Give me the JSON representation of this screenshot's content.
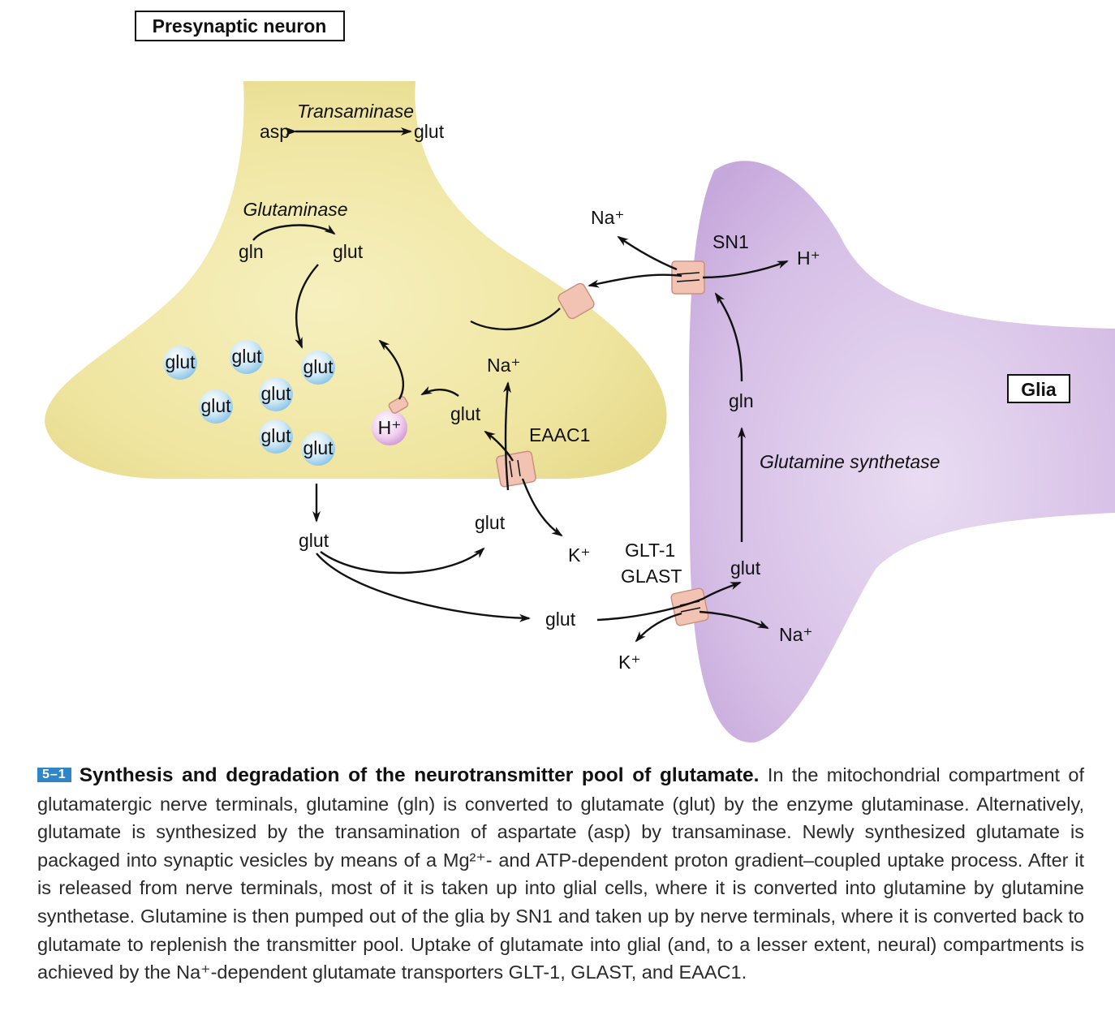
{
  "labels": {
    "presynaptic": "Presynaptic neuron",
    "glia": "Glia",
    "transaminase": "Transaminase",
    "asp": "asp",
    "glut": "glut",
    "glutaminase": "Glutaminase",
    "gln": "gln",
    "h_plus": "H⁺",
    "na_plus": "Na⁺",
    "k_plus": "K⁺",
    "sn1": "SN1",
    "eaac1": "EAAC1",
    "glt1": "GLT-1",
    "glast": "GLAST",
    "glutamine_synthetase": "Glutamine synthetase"
  },
  "caption": {
    "figure_number": "5–1",
    "title": "Synthesis and degradation of the neurotransmitter pool of glutamate.",
    "body": " In the mitochondrial compartment of glutamatergic nerve terminals, glutamine (gln) is converted to glutamate (glut) by the enzyme glutaminase. Alternatively, glutamate is synthesized by the transamination of aspartate (asp) by transaminase. Newly synthesized glutamate is packaged into synaptic vesicles by means of a Mg²⁺- and ATP-dependent proton gradient–coupled uptake process. After it is released from nerve terminals, most of it is taken up into glial cells, where it is converted into glutamine by glutamine synthetase. Glutamine is then pumped out of the glia by SN1 and taken up by nerve terminals, where it is converted back to glutamate to replenish the transmitter pool. Uptake of glutamate into glial (and, to a lesser extent, neural) compartments is achieved by the Na⁺-dependent glutamate transporters GLT-1, GLAST, and EAAC1."
  },
  "colors": {
    "neuron_fill": "#f3eba8",
    "glia_fill": "#d8c0e6",
    "vesicle_fill": "#bcdff2",
    "transporter_fill": "#f2c3b3",
    "caption_badge": "#2f86c6"
  }
}
